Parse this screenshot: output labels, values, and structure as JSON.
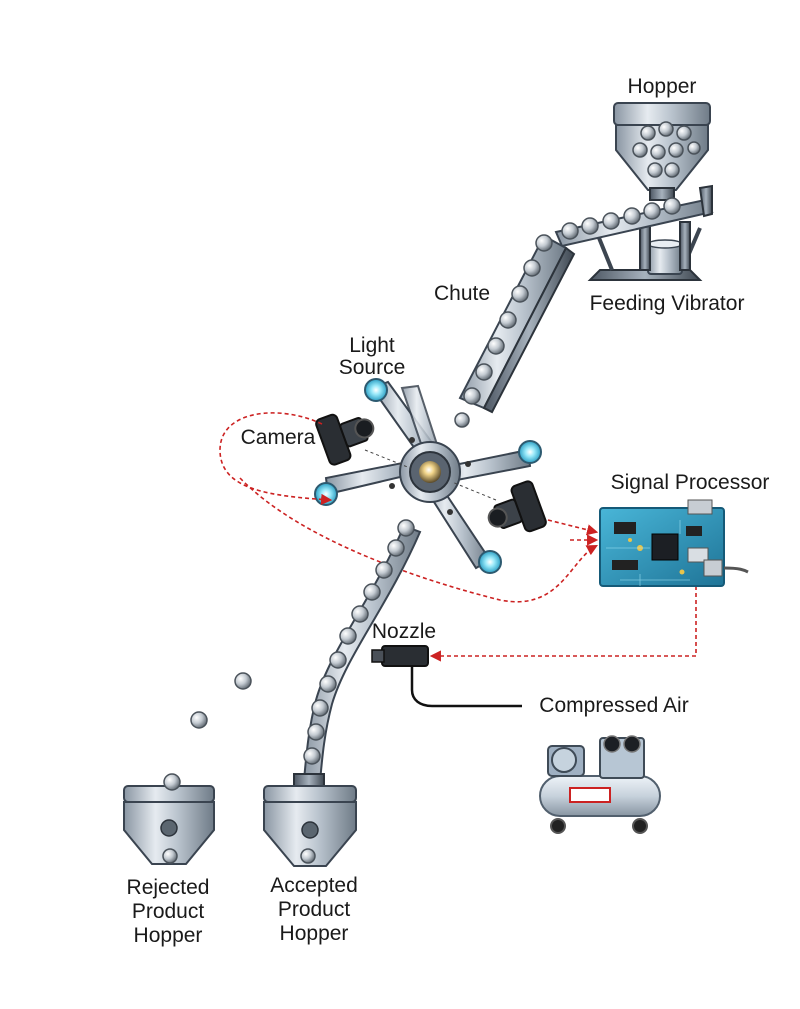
{
  "labels": {
    "hopper": "Hopper",
    "feeding_vibrator": "Feeding Vibrator",
    "chute": "Chute",
    "light_source_line1": "Light",
    "light_source_line2": "Source",
    "camera": "Camera",
    "signal_processor": "Signal Processor",
    "nozzle": "Nozzle",
    "compressed_air": "Compressed Air",
    "rejected_line1": "Rejected",
    "rejected_line2": "Product",
    "rejected_line3": "Hopper",
    "accepted_line1": "Accepted",
    "accepted_line2": "Product",
    "accepted_line3": "Hopper"
  },
  "colors": {
    "signal_line": "#cc2222",
    "air_line": "#111111",
    "light_glow": "#5fd6f0",
    "circuit_board": "#2a8fb5"
  },
  "icons": [
    "hopper-icon",
    "vibrator-icon",
    "chute-icon",
    "light-source-icon",
    "camera-icon",
    "signal-processor-icon",
    "nozzle-icon",
    "air-compressor-icon",
    "rejected-hopper-icon",
    "accepted-hopper-icon"
  ]
}
